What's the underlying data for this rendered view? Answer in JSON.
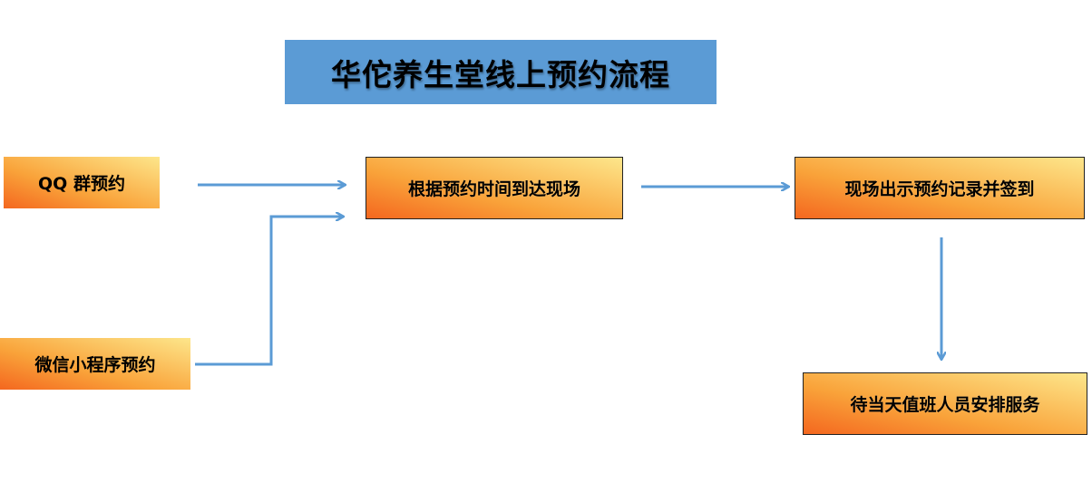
{
  "title": "华佗养生堂线上预约流程",
  "nodes": {
    "qq": "QQ 群预约",
    "wechat": "微信小程序预约",
    "arrive": "根据预约时间到达现场",
    "checkin": "现场出示预约记录并签到",
    "service": "待当天值班人员安排服务"
  },
  "edges": [
    {
      "from": "qq",
      "to": "arrive"
    },
    {
      "from": "wechat",
      "to": "arrive"
    },
    {
      "from": "arrive",
      "to": "checkin"
    },
    {
      "from": "checkin",
      "to": "service"
    }
  ],
  "colors": {
    "title_bg": "#5b9bd5",
    "connector": "#5b9bd5",
    "box_gradient_start": "#f4671f",
    "box_gradient_end": "#fde68b"
  }
}
